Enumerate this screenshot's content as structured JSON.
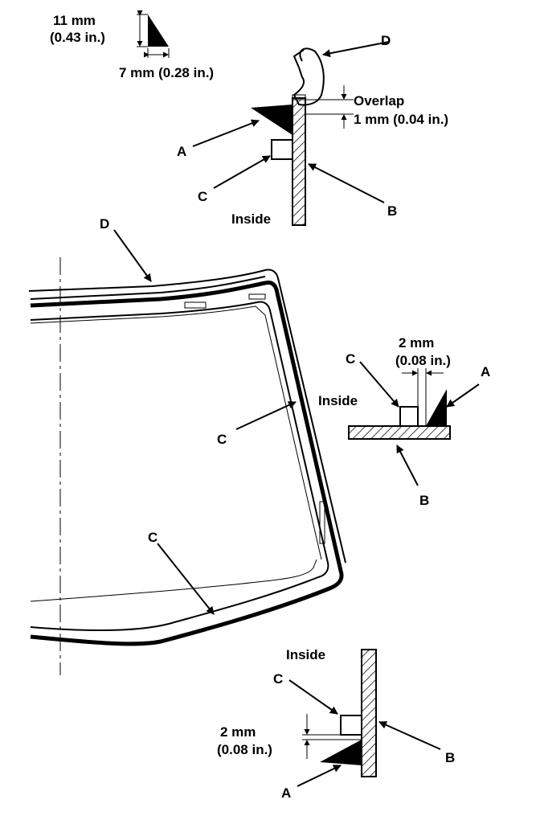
{
  "labels": {
    "a": "A",
    "b": "B",
    "c": "C",
    "d": "D",
    "inside": "Inside"
  },
  "dims": {
    "dam_height_mm": "11 mm",
    "dam_height_in": "(0.43 in.)",
    "dam_width": "7 mm (0.28 in.)",
    "overlap_title": "Overlap",
    "overlap_value": "1 mm (0.04 in.)",
    "gap_mm": "2 mm",
    "gap_in": "(0.08 in.)"
  }
}
